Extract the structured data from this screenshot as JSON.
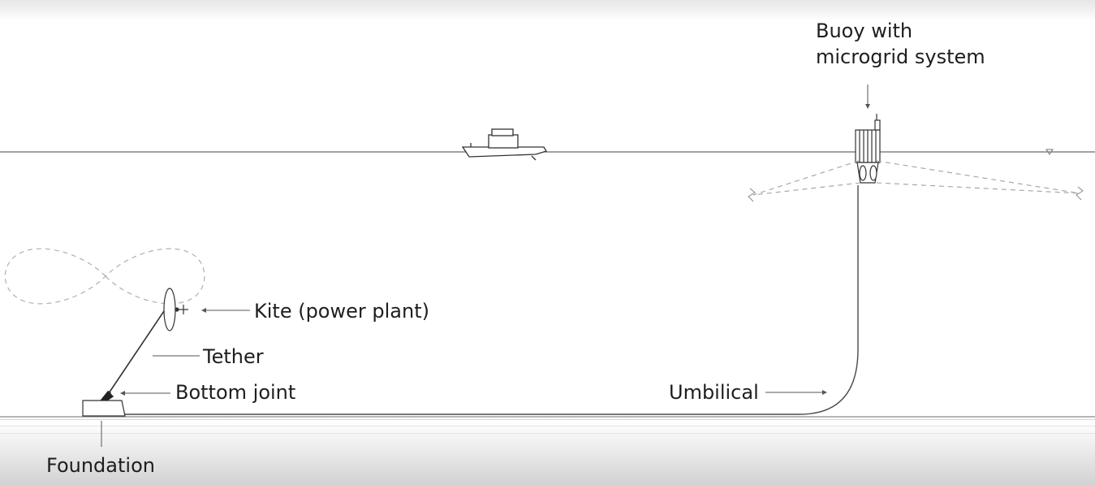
{
  "diagram": {
    "labels": {
      "buoy_line1": "Buoy with",
      "buoy_line2": "microgrid system",
      "kite": "Kite (power plant)",
      "tether": "Tether",
      "bottom_joint": "Bottom joint",
      "umbilical": "Umbilical",
      "foundation": "Foundation"
    },
    "colors": {
      "line": "#555555",
      "dashed": "#a8a8a8",
      "text": "#1e1e1e"
    }
  }
}
